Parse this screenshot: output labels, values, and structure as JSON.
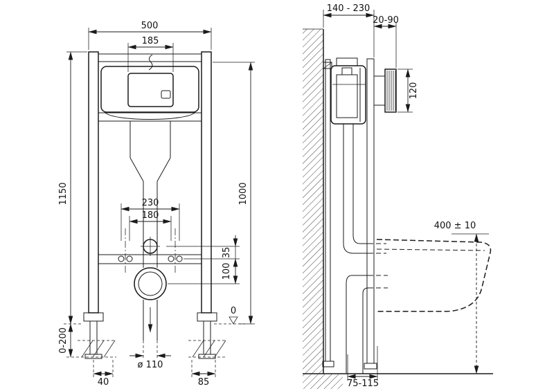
{
  "colors": {
    "background": "#ffffff",
    "ink": "#1a1a1a"
  },
  "front_view": {
    "dim_width_outer": "500",
    "dim_width_inner": "185",
    "dim_height_frame": "1150",
    "dim_height_flush": "1000",
    "dim_fixing_outer": "230",
    "dim_fixing_inner": "180",
    "dim_inlet_offset": "35",
    "dim_outlet_offset": "100",
    "datum_zero": "0",
    "dim_floor_range": "0-200",
    "dim_foot_left": "40",
    "dim_outlet_diameter": "ø 110",
    "dim_foot_right": "85"
  },
  "side_view": {
    "dim_frame_depth": "140 - 230",
    "dim_wall_finish": "20-90",
    "dim_plate_height": "120",
    "dim_bowl_height": "400 ± 10",
    "dim_outlet_distance": "75-115"
  }
}
